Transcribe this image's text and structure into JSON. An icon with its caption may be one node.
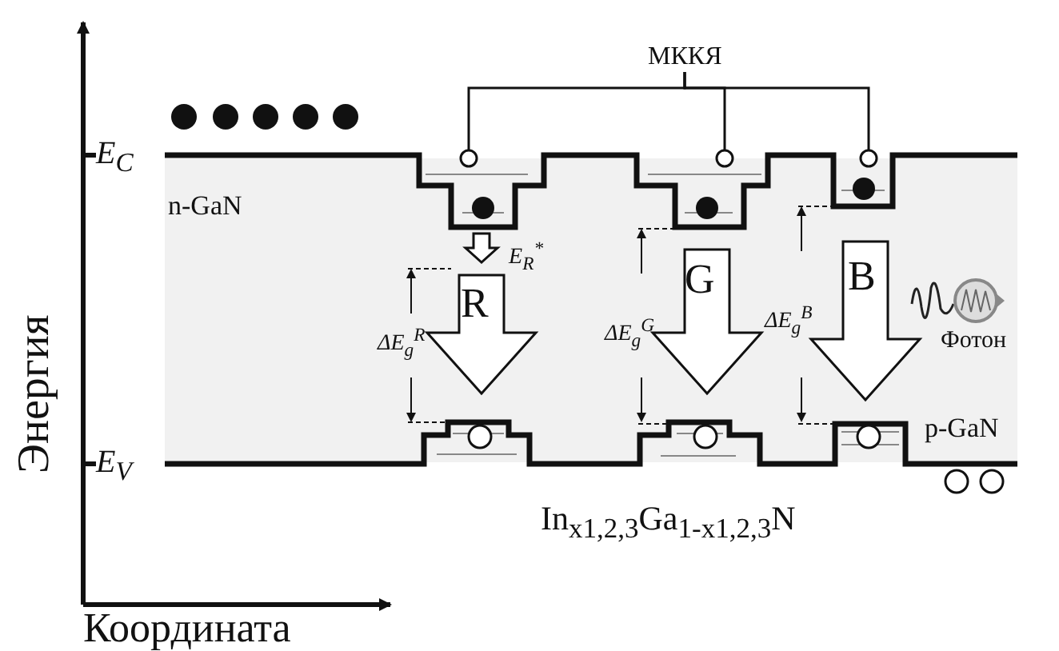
{
  "diagram": {
    "nodes": [
      {
        "text": [
          "МККЯ"
        ]
      },
      {
        "text": [],
        "shape": "circle"
      },
      {
        "text": [],
        "shape": "circle"
      },
      {
        "text": [],
        "shape": "circle"
      }
    ],
    "edges": [
      {
        "from": 0,
        "to": 1,
        "arrow": "none"
      },
      {
        "from": 0,
        "to": 2,
        "arrow": "none"
      },
      {
        "from": 0,
        "to": 3,
        "arrow": "none"
      }
    ],
    "labels": [
      "Энергия",
      "E$_{C}$",
      "n-GaN",
      "E$_{R}$$^{*}$",
      "ΔE$_{g}$$^{R}$",
      "R",
      "ΔE$_{g}$$^{G}$",
      "G",
      "ΔE$_{g}$$^{B}$",
      "B",
      "Фотон",
      "p-GaN",
      "E$_{V}$",
      "In$_{x1,2,3}$Ga$_{1-x1,2,3}$N",
      "Координата"
    ]
  }
}
